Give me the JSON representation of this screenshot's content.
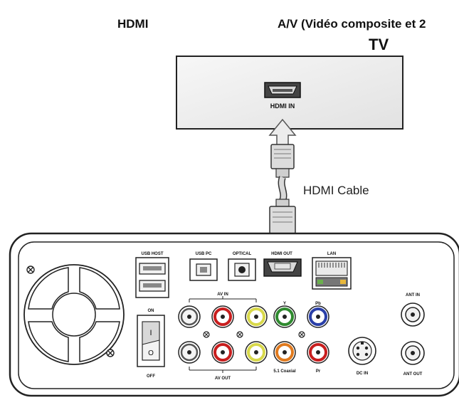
{
  "headers": {
    "left": "HDMI",
    "right": "A/V (Vidéo composite et 2"
  },
  "tv": {
    "title": "TV",
    "port_label": "HDMI IN"
  },
  "cable": {
    "label": "HDMI Cable"
  },
  "device": {
    "ports": {
      "usb_host": "USB HOST",
      "usb_pc": "USB PC",
      "optical": "OPTICAL",
      "hdmi_out": "HDMI OUT",
      "lan": "LAN",
      "av_in": "AV IN",
      "av_out": "AV OUT",
      "y": "Y",
      "pb": "Pb",
      "pr": "Pr",
      "coaxial": "5.1 Coaxial",
      "dc_in": "DC IN",
      "ant_in": "ANT IN",
      "ant_out": "ANT OUT"
    },
    "switch": {
      "on": "ON",
      "off": "OFF",
      "mark_on": "I",
      "mark_off": "O"
    }
  },
  "colors": {
    "white": "#f4f4f4",
    "red": "#c81e1e",
    "yellow": "#d8d84a",
    "green": "#2f8a2f",
    "blue": "#2a3fa8",
    "orange": "#e07a1e",
    "lan_led_green": "#6ab04c",
    "lan_led_yellow": "#e8b83a"
  }
}
